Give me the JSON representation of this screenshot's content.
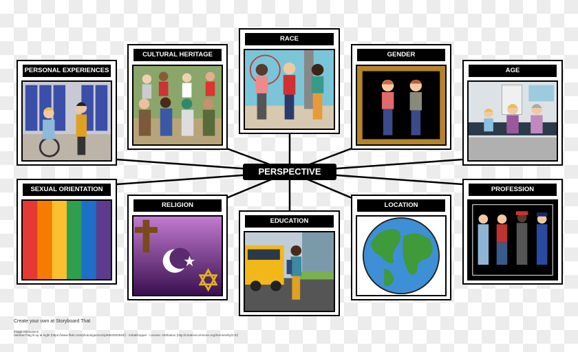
{
  "center": {
    "label": "PERSPECTIVE"
  },
  "panels": [
    {
      "id": "personal-experiences",
      "title": "PERSONAL EXPERIENCES"
    },
    {
      "id": "cultural-heritage",
      "title": "CULTURAL HERITAGE"
    },
    {
      "id": "race",
      "title": "RACE"
    },
    {
      "id": "gender",
      "title": "GENDER"
    },
    {
      "id": "age",
      "title": "AGE"
    },
    {
      "id": "sexual-orientation",
      "title": "SEXUAL ORIENTATION"
    },
    {
      "id": "religion",
      "title": "RELIGION"
    },
    {
      "id": "education",
      "title": "EDUCATION"
    },
    {
      "id": "location",
      "title": "LOCATION"
    },
    {
      "id": "profession",
      "title": "PROFESSION"
    }
  ],
  "footer": {
    "create": "Create your own at Storyboard That",
    "attr_heading": "Image Attributions:",
    "attr_text": "rainbow Flag lit up at night (https://www.flickr.com/photos/gazeronly/6552563545/) - torbakhopper - License: Attribution (http://creativecommons.org/licenses/by/2.0/)"
  },
  "colors": {
    "rainbow": [
      "#e53935",
      "#f57c00",
      "#fbc02d",
      "#2e9e4f",
      "#1e6fc8",
      "#5e3b8c"
    ],
    "religion_bg": "#6a2a8a",
    "earth_water": "#3d8fd6",
    "earth_land": "#3f9a3a"
  }
}
